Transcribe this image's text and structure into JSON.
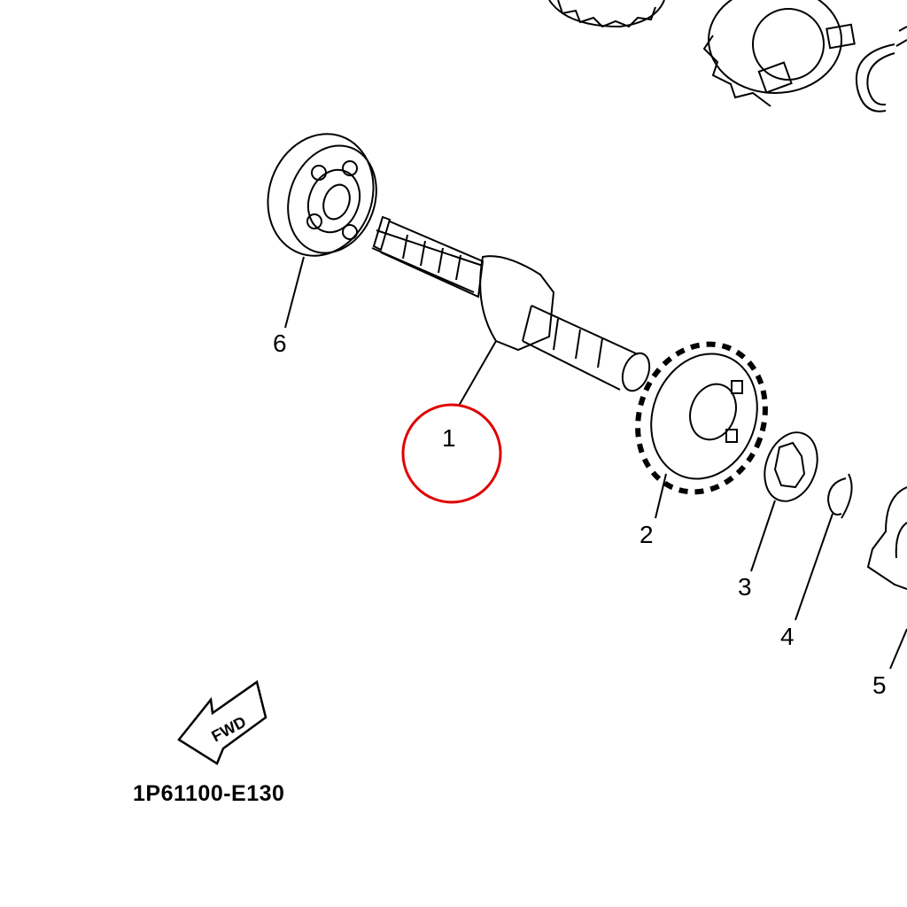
{
  "diagram": {
    "code": "1P61100-E130",
    "fwd_label": "FWD",
    "highlight_color": "#e00000",
    "highlighted_part": "1",
    "callouts": [
      {
        "number": "1",
        "part": "main-axle"
      },
      {
        "number": "2",
        "part": "gear"
      },
      {
        "number": "3",
        "part": "washer"
      },
      {
        "number": "4",
        "part": "circlip"
      },
      {
        "number": "5",
        "part": "gear-partial"
      },
      {
        "number": "6",
        "part": "bearing"
      }
    ]
  }
}
